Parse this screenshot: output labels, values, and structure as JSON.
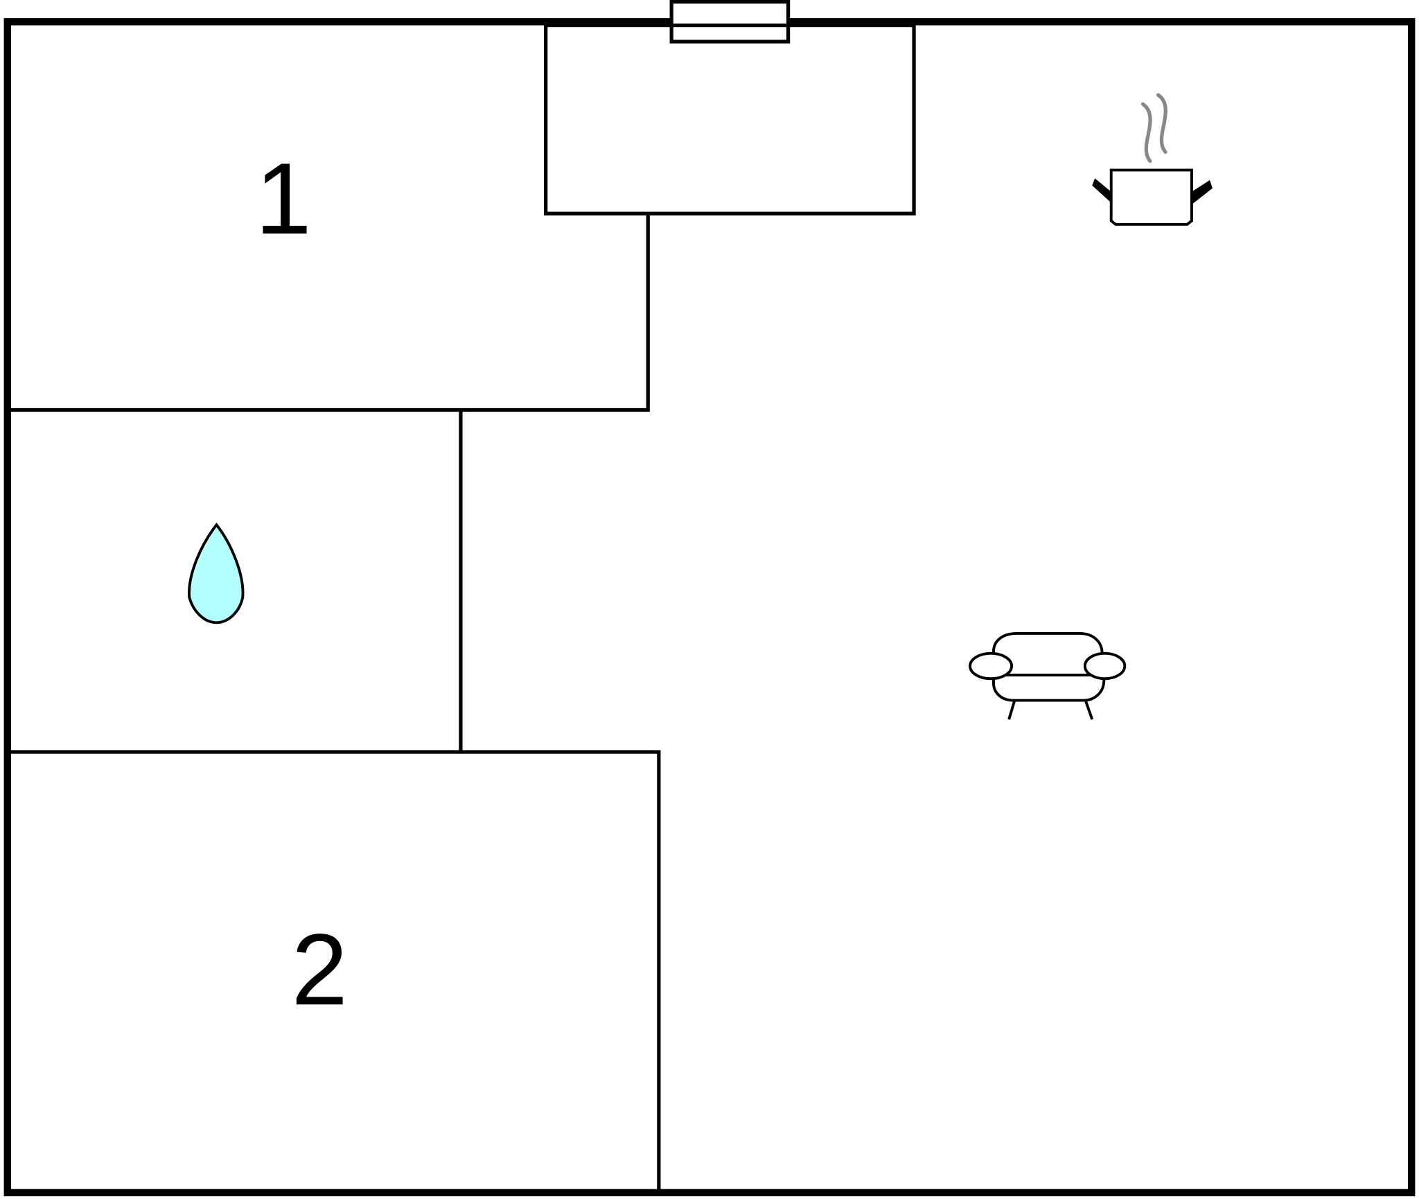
{
  "floorplan": {
    "rooms": [
      {
        "id": "bedroom-1",
        "label": "1"
      },
      {
        "id": "bathroom",
        "icon": "water-drop-icon"
      },
      {
        "id": "bedroom-2",
        "label": "2"
      },
      {
        "id": "kitchen",
        "icon": "cooking-pot-icon"
      },
      {
        "id": "living-room",
        "icon": "sofa-icon"
      }
    ],
    "colors": {
      "wall": "#000000",
      "water": "#b3ffff",
      "steam": "#888888",
      "background": "#ffffff"
    }
  }
}
